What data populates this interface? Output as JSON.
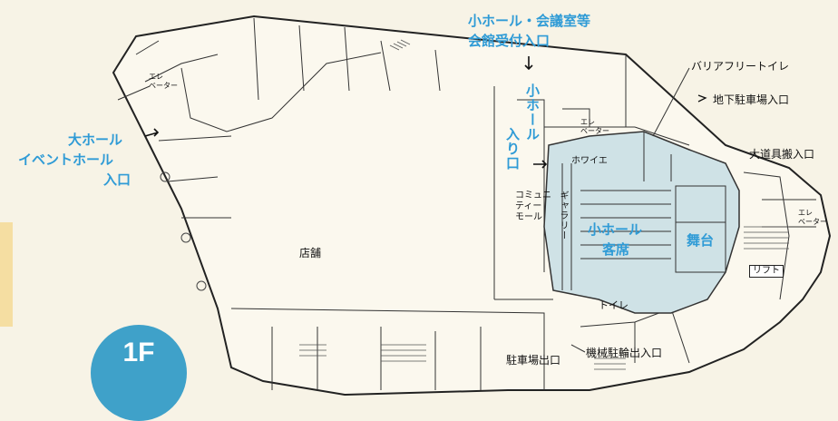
{
  "floor": "1F",
  "labels": {
    "small_hall_entrance_top_l1": "小ホール・会議室等",
    "small_hall_entrance_top_l2": "会館受付入口",
    "large_hall_l1": "大ホール",
    "large_hall_l2": "イベントホール",
    "large_hall_l3": "入口",
    "small_hall_entrance_vertical_a": "小ホール",
    "small_hall_entrance_vertical_b": "入り口",
    "foyer": "ホワイエ",
    "elevator_left": "エレ\nベーター",
    "elevator_center": "エレ\nベーター",
    "elevator_right": "エレ\nベーター",
    "community_mall": "コミュニ\nティー\nモール",
    "gallery": "ギャラリー",
    "small_hall_seats_l1": "小ホール",
    "small_hall_seats_l2": "客席",
    "stage": "舞台",
    "shop": "店舗",
    "toilet": "トイレ",
    "barrier_free_toilet": "バリアフリートイレ",
    "underground_parking": "地下駐車場入口",
    "large_props_entrance": "大道具搬入口",
    "lift": "リフト",
    "parking_exit": "駐車場出口",
    "bicycle_parking": "機械駐輪出入口"
  },
  "colors": {
    "background": "#f7f3e6",
    "accent_blue": "#2f9bd6",
    "badge_blue": "#3fa1c9",
    "hall_fill": "#cfe2e6",
    "tab_yellow": "#f5dea2"
  }
}
